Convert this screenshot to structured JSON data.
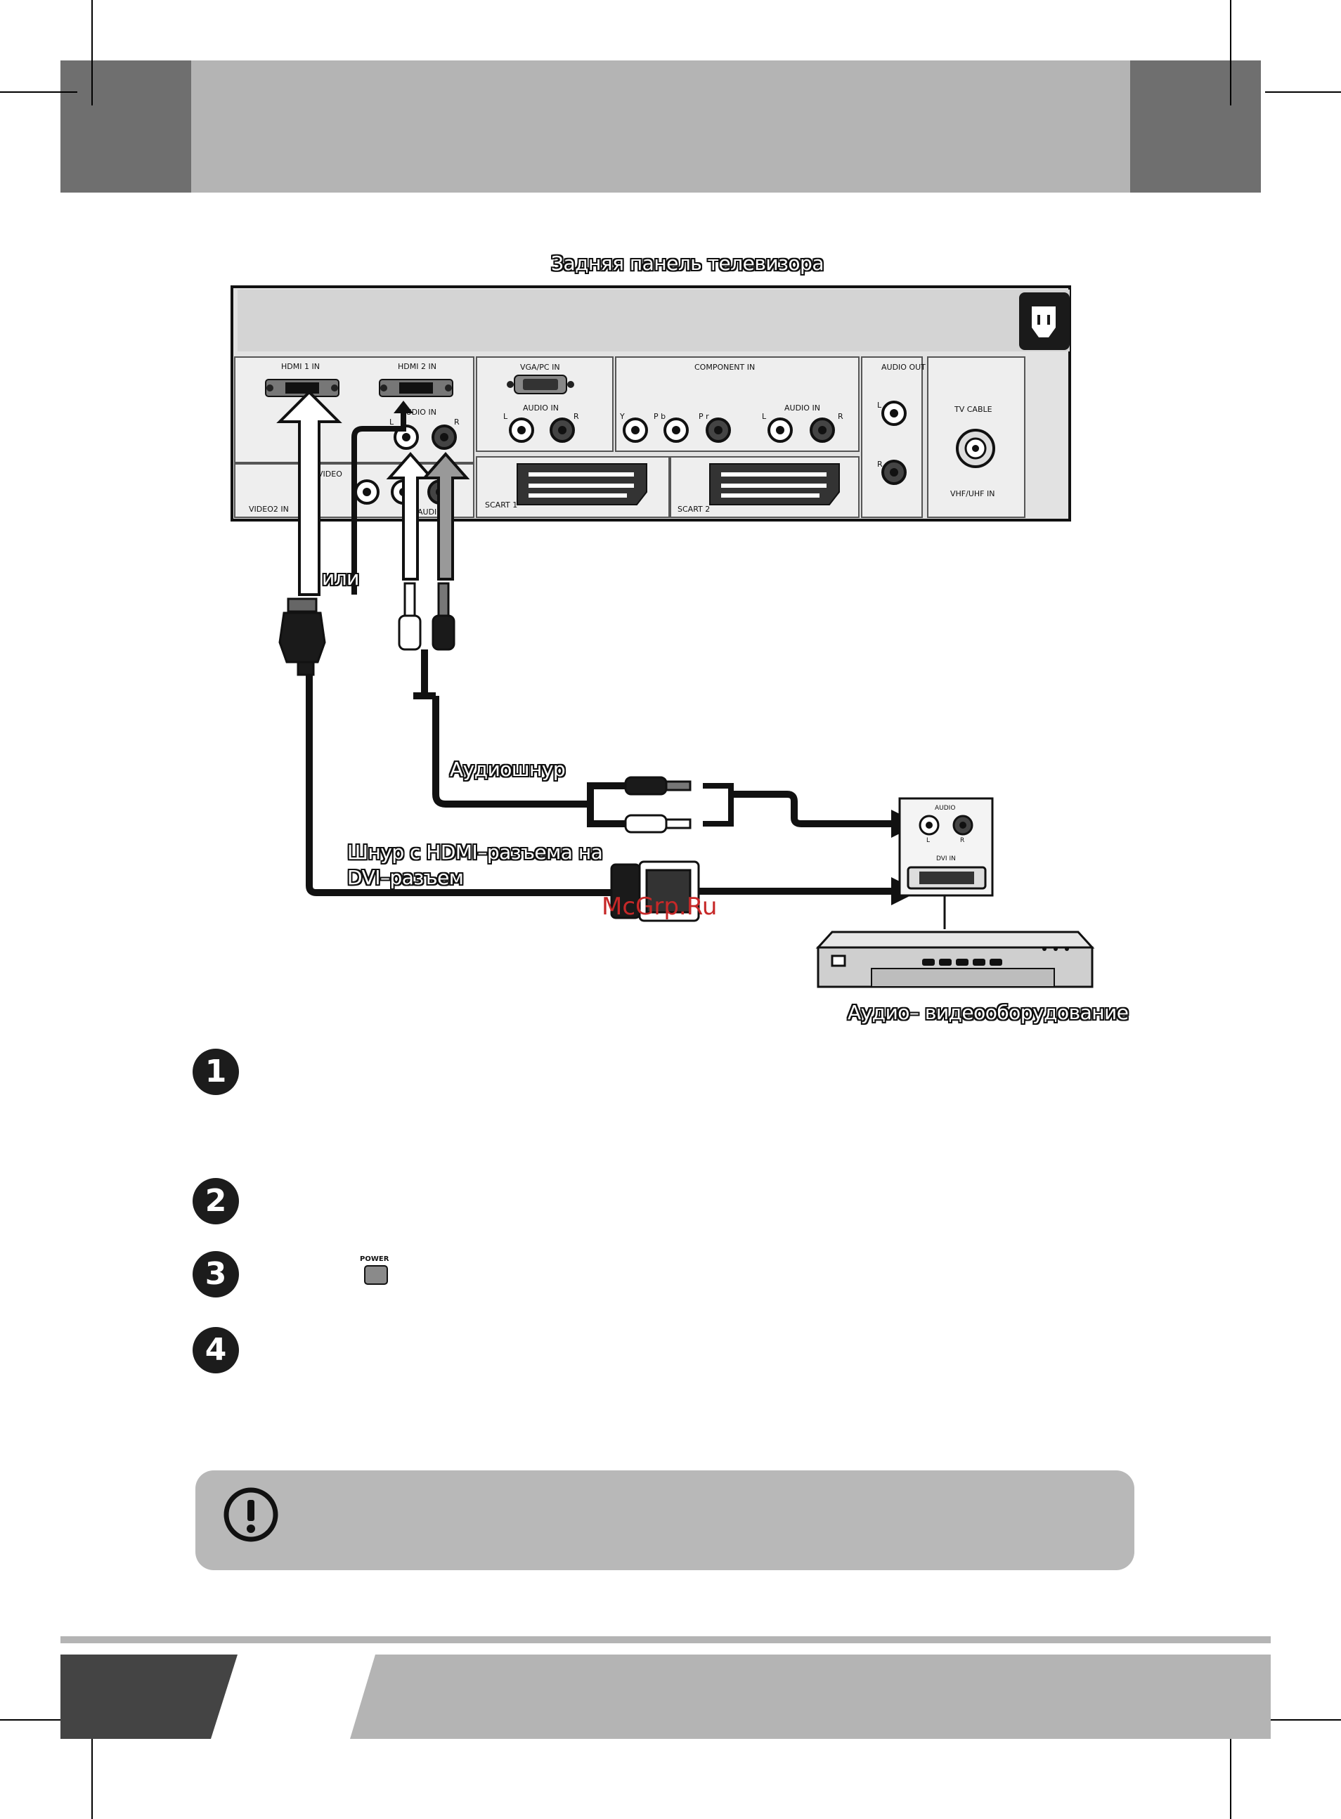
{
  "diagram": {
    "title": "Задняя панель телевизора",
    "panel": {
      "hdmi1": "HDMI 1 IN",
      "hdmi2": "HDMI 2 IN",
      "audio_in_top": "AUDIO IN",
      "l": "L",
      "r": "R",
      "video": "VIDEO",
      "video2_in": "VIDEO2 IN",
      "audio_in_bottom": "AUDIO IN",
      "vga_pc_in": "VGA/PC IN",
      "vga_audio_in": "AUDIO IN",
      "component_in": "COMPONENT IN",
      "y": "Y",
      "pb": "P b",
      "pr": "P r",
      "comp_audio_in": "AUDIO IN",
      "scart1": "SCART 1",
      "scart2": "SCART 2",
      "audio_out": "AUDIO OUT",
      "tv_cable": "TV CABLE",
      "vhf_uhf_in": "VHF/UHF IN"
    },
    "or_label": "или",
    "audio_cord": "Аудиошнур",
    "hdmi_dvi_cord_line1": "Шнур с HDMI–разъема на",
    "hdmi_dvi_cord_line2": "DVI–разъем",
    "device_audio": "AUDIO",
    "device_l": "L",
    "device_r": "R",
    "device_dvi_in": "DVI IN",
    "device_caption": "Аудио– видеооборудование",
    "watermark": "McGrp.Ru"
  },
  "steps": [
    "1",
    "2",
    "3",
    "4"
  ],
  "power_label": "POWER",
  "colors": {
    "header_dark": "#6f6f6f",
    "header_mid": "#b4b4b4",
    "note_bg": "#b8b8b8",
    "footer_dark": "#444444"
  }
}
